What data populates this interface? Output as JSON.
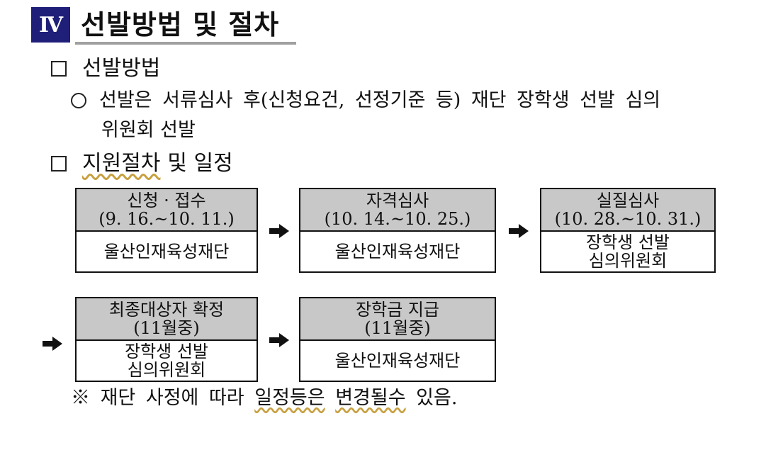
{
  "title": {
    "badge": "Ⅳ",
    "text": "선발방법 및 절차"
  },
  "sections": {
    "selection": {
      "heading": "선발방법",
      "bullet_line1": "선발은 서류심사 후(신청요건, 선정기준 등) 재단 장학생 선발 심의",
      "bullet_line2": "위원회 선발"
    },
    "procedure": {
      "heading_part1": "지원절차",
      "heading_part2": "및 일정"
    }
  },
  "flow": [
    {
      "head1": "신청 · 접수",
      "head2": "(9. 16.~10. 11.)",
      "body1": "울산인재육성재단",
      "body2": ""
    },
    {
      "head1": "자격심사",
      "head2": "(10. 14.~10. 25.)",
      "body1": "울산인재육성재단",
      "body2": ""
    },
    {
      "head1": "실질심사",
      "head2": "(10. 28.~10. 31.)",
      "body1": "장학생 선발",
      "body2": "심의위원회"
    },
    {
      "head1": "최종대상자 확정",
      "head2": "(11월중)",
      "body1": "장학생 선발",
      "body2": "심의위원회"
    },
    {
      "head1": "장학금 지급",
      "head2": "(11월중)",
      "body1": "울산인재육성재단",
      "body2": ""
    }
  ],
  "note": {
    "mark": "※",
    "text_a": "재단 사정에 따라",
    "text_b": "일정등은",
    "text_c": "변경될수",
    "text_d": "있음."
  },
  "colors": {
    "badge_bg": "#1f1f7a",
    "box_header_bg": "#c8c8c8",
    "underline": "#a0a0a0"
  },
  "icons": {
    "arrow": "right-arrow-icon",
    "section_marker": "checkbox-icon",
    "bullet_marker": "circle-icon"
  }
}
